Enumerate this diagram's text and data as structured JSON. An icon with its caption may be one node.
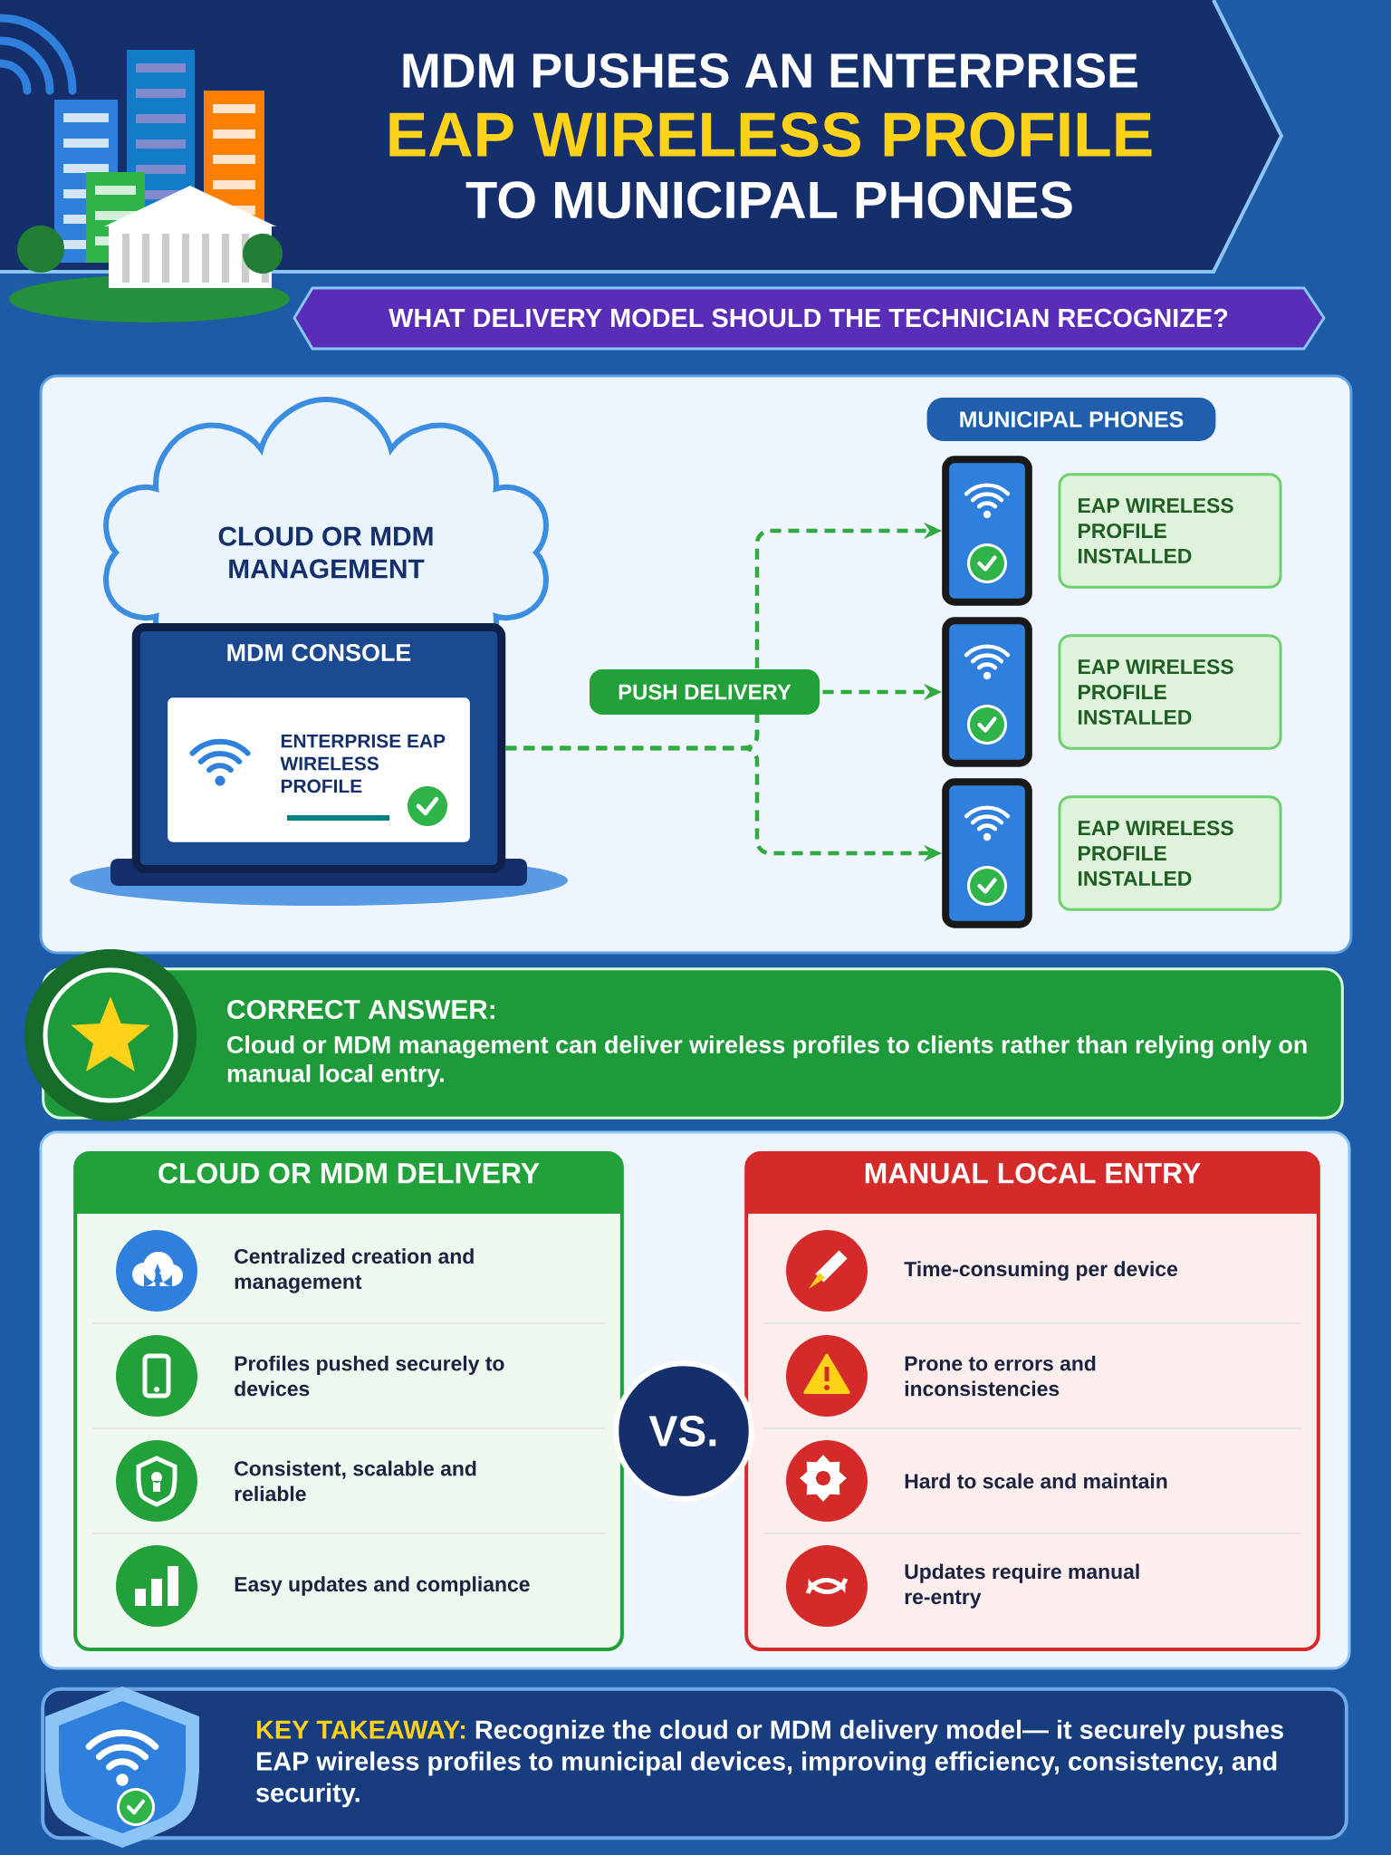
{
  "diagram": {
    "nodes": [
      {
        "text": [
          "MDM PUSHES AN ENTERPRISE",
          "EAP WIRELESS PROFILE",
          "TO MUNICIPAL PHONES"
        ]
      },
      {
        "text": [
          "WHAT DELIVERY MODEL SHOULD THE TECHNICIAN RECOGNIZE?"
        ]
      },
      {
        "text": [
          "CLOUD OR MDM MANAGEMENT"
        ]
      },
      {
        "text": [
          "MDM CONSOLE"
        ]
      },
      {
        "text": [
          "ENTERPRISE EAP WIRELESS PROFILE"
        ],
        "in": 3
      },
      {
        "text": [
          "MUNICIPAL PHONES"
        ]
      },
      {
        "text": [],
        "shape": "phone"
      },
      {
        "text": [
          "EAP WIRELESS PROFILE INSTALLED"
        ]
      },
      {
        "text": [],
        "shape": "phone"
      },
      {
        "text": [
          "EAP WIRELESS PROFILE INSTALLED"
        ]
      },
      {
        "text": [],
        "shape": "phone"
      },
      {
        "text": [
          "EAP WIRELESS PROFILE INSTALLED"
        ]
      },
      {
        "text": [
          "CORRECT ANSWER:",
          "Cloud or MDM management can deliver wireless profiles to clients rather than relying only on manual local entry."
        ]
      },
      {
        "text": [
          "CLOUD OR MDM DELIVERY",
          "Centralized creation and management",
          "Profiles pushed securely to devices",
          "Consistent, scalable and reliable",
          "Easy updates and compliance"
        ]
      },
      {
        "text": [
          "VS."
        ]
      },
      {
        "text": [
          "MANUAL LOCAL ENTRY",
          "Time-consuming per device",
          "Prone to errors and inconsistencies",
          "Hard to scale and maintain",
          "Updates require manual re-entry"
        ]
      },
      {
        "text": [
          "KEY TAKEAWAY:",
          "Recognize the cloud or MDM delivery model— it securely pushes EAP wireless profiles to municipal devices, improving efficiency, consistency, and security."
        ]
      }
    ],
    "edges": [
      {
        "from": 3,
        "to": 6,
        "arrow": "to",
        "style": "dashed"
      },
      {
        "from": 3,
        "to": 8,
        "arrow": "to",
        "style": "dashed",
        "label": "PUSH DELIVERY"
      },
      {
        "from": 3,
        "to": 10,
        "arrow": "to",
        "style": "dashed"
      }
    ]
  }
}
